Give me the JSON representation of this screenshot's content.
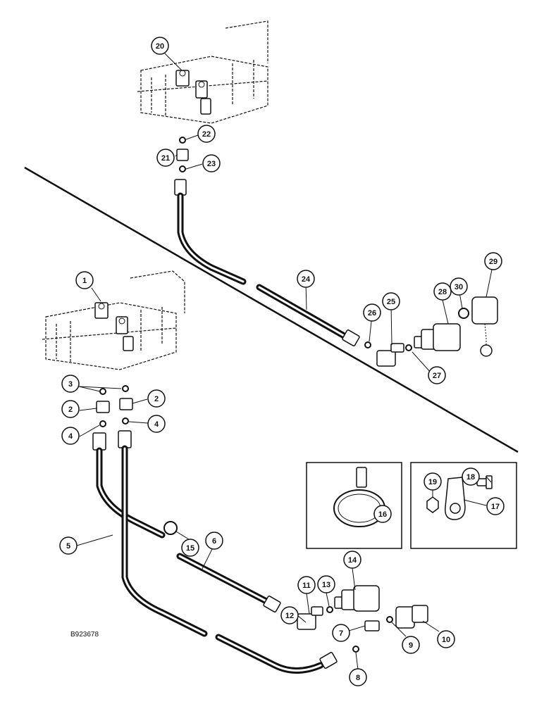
{
  "reference_code": "B923678",
  "callouts": [
    "1",
    "2",
    "3",
    "4",
    "5",
    "6",
    "7",
    "8",
    "9",
    "10",
    "11",
    "12",
    "13",
    "14",
    "15",
    "16",
    "17",
    "18",
    "19",
    "20",
    "21",
    "22",
    "23",
    "24",
    "25",
    "26",
    "27",
    "28",
    "29",
    "30"
  ]
}
